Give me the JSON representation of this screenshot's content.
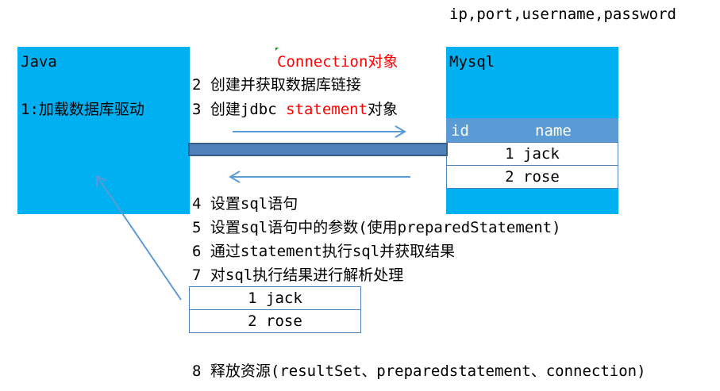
{
  "top_note": "ip,port,username,password",
  "java_box": {
    "title": "Java",
    "step1": "1:加载数据库驱动"
  },
  "mysql_box": {
    "title": "Mysql",
    "headers": [
      "id",
      "name"
    ],
    "rows": [
      "1 jack",
      "2 rose"
    ]
  },
  "connection_label": "Connection对象",
  "steps_top": {
    "step2": "2 创建并获取数据库链接",
    "step3_pre": "3 创建jdbc ",
    "step3_red": "statement",
    "step3_post": "对象"
  },
  "steps_bottom": [
    "4 设置sql语句",
    "5 设置sql语句中的参数(使用preparedStatement)",
    "6 通过statement执行sql并获取结果",
    "7 对sql执行结果进行解析处理"
  ],
  "result_rows": [
    "1 jack",
    "2 rose"
  ],
  "step8": "8 释放资源(resultSet、preparedstatement、connection)",
  "colors": {
    "box": "#00b0f0",
    "arrow": "#5b9bd5",
    "pipe": "#4f81bd",
    "red": "#ff0000",
    "header": "#5b9bd5"
  }
}
